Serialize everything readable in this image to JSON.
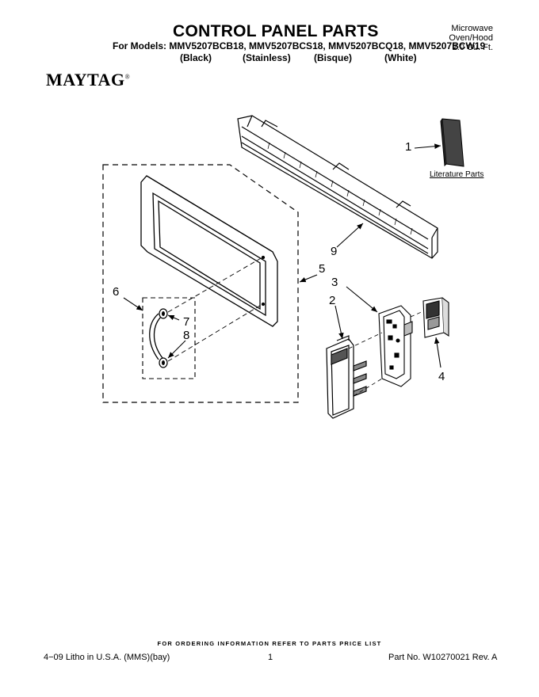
{
  "header": {
    "title": "CONTROL PANEL PARTS",
    "models_line": "For Models: MMV5207BCB18, MMV5207BCS18, MMV5207BCQ18, MMV5207BCW19",
    "colors": [
      "(Black)",
      "(Stainless)",
      "(Bisque)",
      "(White)"
    ],
    "product_line1": "Microwave Oven/Hood",
    "product_line2": "2.0 Cu. Ft.",
    "brand": "MAYTAG",
    "brand_mark": "®"
  },
  "diagram": {
    "callouts": [
      "1",
      "9",
      "5",
      "3",
      "6",
      "2",
      "7",
      "8",
      "4"
    ],
    "literature_label": "Literature Parts"
  },
  "footer": {
    "ordering_note": "FOR ORDERING INFORMATION REFER TO PARTS PRICE LIST",
    "litho": "4−09 Litho in U.S.A. (MMS)(bay)",
    "page": "1",
    "part_no": "Part No. W10270021 Rev. A"
  }
}
